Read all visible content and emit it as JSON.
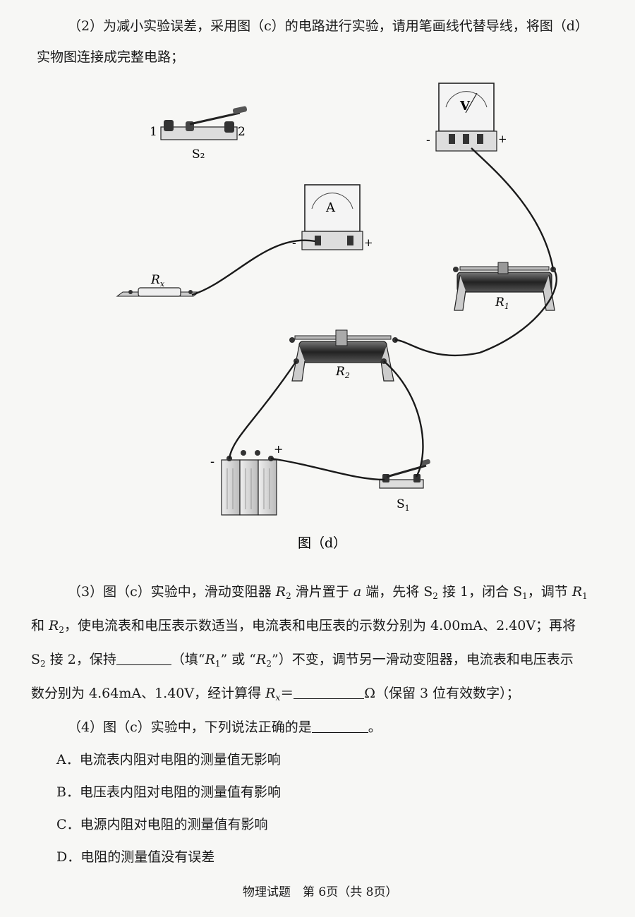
{
  "q2": {
    "text1": "（2）为减小实验误差，采用图（c）的电路进行实验，请用笔画线代替导线，将图（d）",
    "text2": "实物图连接成完整电路；"
  },
  "figure": {
    "caption": "图（d）",
    "s2_label": "S₂",
    "s2_terminal_1": "1",
    "s2_terminal_2": "2",
    "voltmeter_symbol": "V",
    "voltmeter_minus": "-",
    "voltmeter_plus": "+",
    "ammeter_symbol": "A",
    "ammeter_minus": "-",
    "ammeter_plus": "+",
    "rx_label": "R",
    "rx_sub": "x",
    "r1_label": "R",
    "r1_sub": "1",
    "r2_label": "R",
    "r2_sub": "2",
    "battery_minus": "-",
    "battery_plus": "+",
    "s1_label": "S",
    "s1_sub": "1"
  },
  "q3": {
    "l1a": "（3）图（c）实验中，滑动变阻器 ",
    "l1_R": "R",
    "l1_R_sub": "2",
    "l1b": " 滑片置于 ",
    "l1_a": "a",
    "l1c": " 端，先将 S",
    "l1_s_sub": "2",
    "l1d": " 接 1，闭合 S",
    "l1_s1_sub": "1",
    "l1e": "，调节 ",
    "l1_R1": "R",
    "l1_R1_sub": "1",
    "l2a": "和 ",
    "l2_R": "R",
    "l2_R_sub": "2",
    "l2b": "，使电流表和电压表示数适当，电流表和电压表的示数分别为 4.00mA、2.40V；再将",
    "l3a": "S",
    "l3_sub": "2",
    "l3b": " 接 2，保持",
    "l3c": "（填“",
    "l3_R1": "R",
    "l3_R1_sub": "1",
    "l3d": "” 或 “",
    "l3_R2": "R",
    "l3_R2_sub": "2",
    "l3e": "”）不变，调节另一滑动变阻器，电流表和电压表示",
    "l4a": "数分别为 4.64mA、1.40V，经计算得 ",
    "l4_R": "R",
    "l4_sub": "x",
    "l4b": "＝",
    "l4c": "Ω（保留 3 位有效数字）；"
  },
  "q4": {
    "stem_a": "（4）图（c）实验中，下列说法正确的是",
    "stem_b": "。",
    "options": [
      "A．电流表内阻对电阻的测量值无影响",
      "B．电压表内阻对电阻的测量值有影响",
      "C．电源内阻对电阻的测量值有影响",
      "D．电阻的测量值没有误差"
    ]
  },
  "footer": {
    "text": "物理试题　第 6页（共 8页）"
  }
}
